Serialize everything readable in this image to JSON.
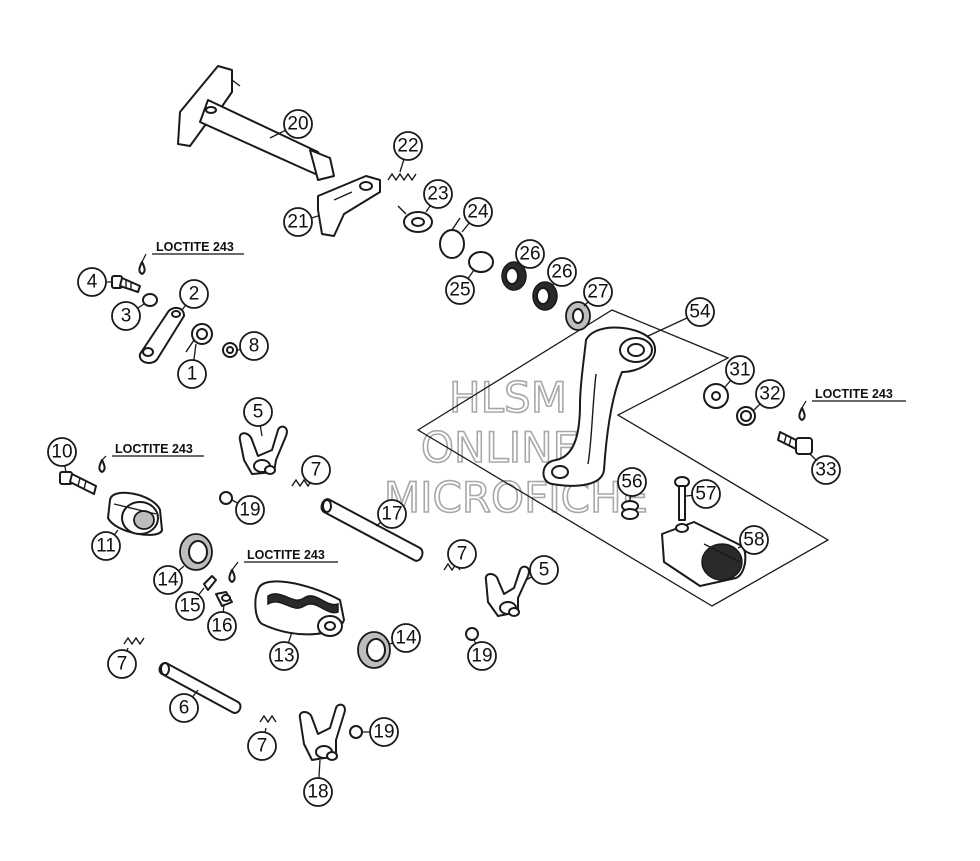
{
  "notes": {
    "loctite_a": "LOCTITE 243",
    "loctite_b": "LOCTITE 243",
    "loctite_c": "LOCTITE 243",
    "loctite_d": "LOCTITE 243"
  },
  "watermark": {
    "line1": "HLSM",
    "line2": "ONLINE",
    "line3": "MICROFICHE"
  },
  "callouts": {
    "c20": "20",
    "c22": "22",
    "c21": "21",
    "c23": "23",
    "c24": "24",
    "c26a": "26",
    "c26b": "26",
    "c25": "25",
    "c27": "27",
    "c54": "54",
    "c4": "4",
    "c2": "2",
    "c3": "3",
    "c8": "8",
    "c1": "1",
    "c31": "31",
    "c32": "32",
    "c33": "33",
    "c5a": "5",
    "c7a": "7",
    "c10": "10",
    "c19a": "19",
    "c17": "17",
    "c56": "56",
    "c57": "57",
    "c11": "11",
    "c58": "58",
    "c7b": "7",
    "c5b": "5",
    "c14a": "14",
    "c15": "15",
    "c16": "16",
    "c13": "13",
    "c14b": "14",
    "c19b": "19",
    "c7c": "7",
    "c6": "6",
    "c7d": "7",
    "c19c": "19",
    "c18": "18"
  }
}
